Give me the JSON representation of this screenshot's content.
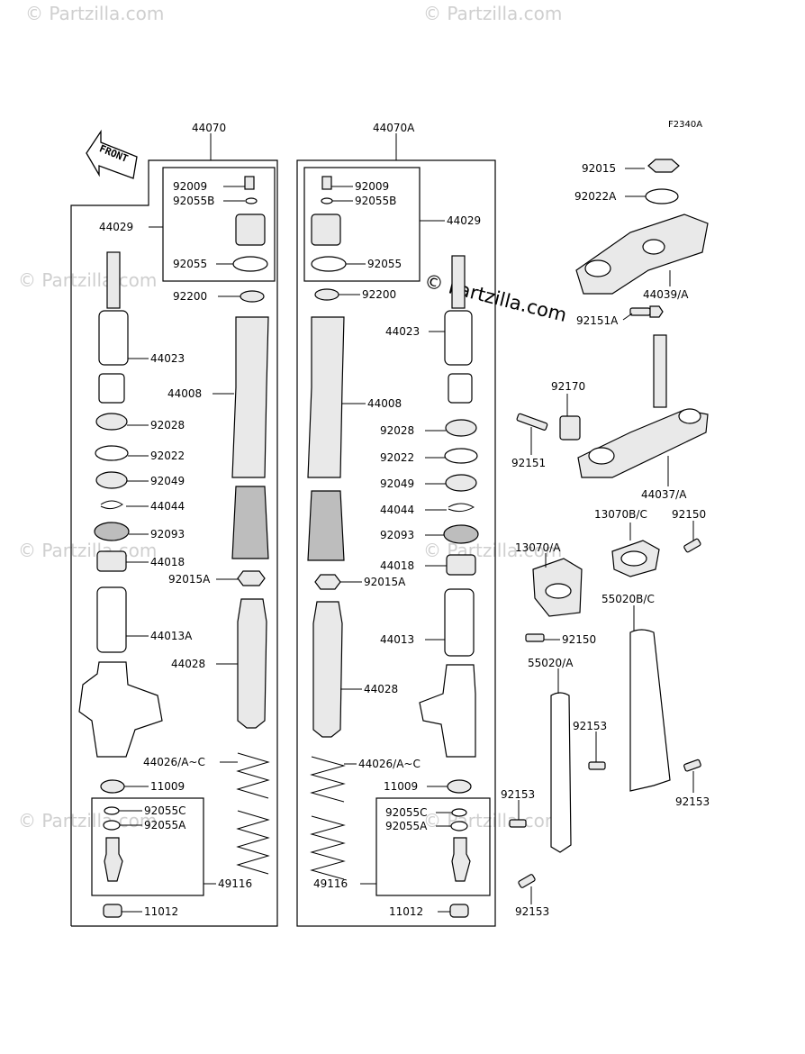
{
  "diagram": {
    "code": "F2340A",
    "front_label": "FRONT",
    "watermark": "© Partzilla.com",
    "left_assy": "44070",
    "right_assy": "44070A",
    "labels": {
      "l_92009": "92009",
      "l_92055B": "92055B",
      "l_44029": "44029",
      "l_92055": "92055",
      "l_92200": "92200",
      "l_44023": "44023",
      "l_44008": "44008",
      "l_92028": "92028",
      "l_92022": "92022",
      "l_92049": "92049",
      "l_44044": "44044",
      "l_92093": "92093",
      "l_44018": "44018",
      "l_92015A": "92015A",
      "l_44013A": "44013A",
      "l_44028": "44028",
      "l_44026": "44026/A~C",
      "l_11009": "11009",
      "l_92055C": "92055C",
      "l_92055A": "92055A",
      "l_49116": "49116",
      "l_11012": "11012",
      "r_92009": "92009",
      "r_92055B": "92055B",
      "r_44029": "44029",
      "r_92055": "92055",
      "r_92200": "92200",
      "r_44023": "44023",
      "r_44008": "44008",
      "r_92028": "92028",
      "r_92022": "92022",
      "r_92049": "92049",
      "r_44044": "44044",
      "r_92093": "92093",
      "r_44018": "44018",
      "r_92015A": "92015A",
      "r_44013": "44013",
      "r_44028": "44028",
      "r_44026": "44026/A~C",
      "r_11009": "11009",
      "r_92055C": "92055C",
      "r_92055A": "92055A",
      "r_49116": "49116",
      "r_11012": "11012",
      "x_92015": "92015",
      "x_92022A": "92022A",
      "x_44039": "44039/A",
      "x_92151A": "92151A",
      "x_92170": "92170",
      "x_92151": "92151",
      "x_44037": "44037/A",
      "x_13070BC": "13070B/C",
      "x_92150a": "92150",
      "x_13070A": "13070/A",
      "x_92150b": "92150",
      "x_55020BC": "55020B/C",
      "x_55020A": "55020/A",
      "x_92153a": "92153",
      "x_92153b": "92153",
      "x_92153c": "92153",
      "x_92153d": "92153"
    }
  }
}
